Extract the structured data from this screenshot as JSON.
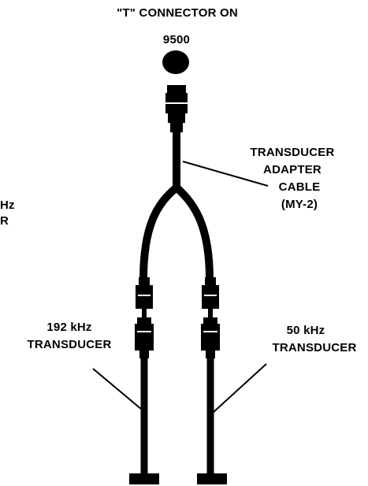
{
  "labels": {
    "title_line1": "\"T\" CONNECTOR ON",
    "title_line2": "9500",
    "adapter_line1": "TRANSDUCER",
    "adapter_line2": "ADAPTER",
    "adapter_line3": "CABLE",
    "adapter_line4": "(MY-2)",
    "left_edge_line1": "Hz",
    "left_edge_line2": "R",
    "left_tx_line1": "192 kHz",
    "left_tx_line2": "TRANSDUCER",
    "right_tx_line1": "50 kHz",
    "right_tx_line2": "TRANSDUCER"
  }
}
